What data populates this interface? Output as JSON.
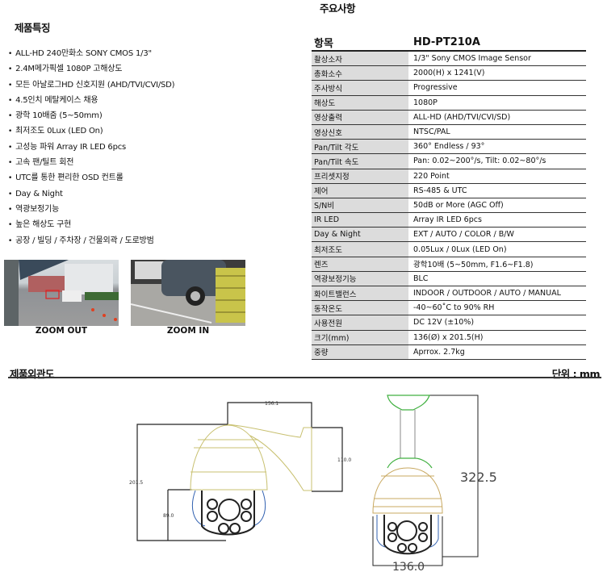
{
  "features_section": {
    "title": "제품특징",
    "items": [
      "ALL-HD 240만화소 SONY CMOS 1/3\"",
      "2.4M메가픽셀 1080P 고해상도",
      "모든 아날로그HD 신호지원 (AHD/TVI/CVI/SD)",
      "4.5인치 메탈케이스 채용",
      "광학 10배줌 (5~50mm)",
      "최저조도 0Lux (LED On)",
      "고성능 파워 Array IR LED 6pcs",
      "고속 팬/틸트 회전",
      "UTC를 통한 편리한 OSD 컨트롤",
      "Day & Night",
      "역광보정기능",
      "높은 해상도 구현",
      "공장 / 빌딩 / 주차장 / 건물외곽 / 도로방범"
    ]
  },
  "photos": {
    "zoom_out_caption": "ZOOM OUT",
    "zoom_in_caption": "ZOOM IN"
  },
  "specs": {
    "title": "주요사항",
    "header": {
      "key": "항목",
      "value": "HD-PT210A"
    },
    "rows": [
      {
        "k": "촬상소자",
        "v": "1/3\" Sony CMOS Image Sensor"
      },
      {
        "k": "총화소수",
        "v": "2000(H) x 1241(V)"
      },
      {
        "k": "주사방식",
        "v": "Progressive"
      },
      {
        "k": "해상도",
        "v": "1080P"
      },
      {
        "k": "영상출력",
        "v": "ALL-HD (AHD/TVI/CVI/SD)"
      },
      {
        "k": "영상신호",
        "v": "NTSC/PAL"
      },
      {
        "k": "Pan/Tilt 각도",
        "v": "360° Endless / 93°"
      },
      {
        "k": "Pan/Tilt 속도",
        "v": "Pan: 0.02~200°/s, Tilt: 0.02~80°/s"
      },
      {
        "k": "프리셋지정",
        "v": "220 Point"
      },
      {
        "k": "제어",
        "v": "RS-485 & UTC"
      },
      {
        "k": "S/N비",
        "v": "50dB or More (AGC Off)"
      },
      {
        "k": "IR LED",
        "v": "Array IR LED 6pcs"
      },
      {
        "k": "Day & Night",
        "v": "EXT / AUTO / COLOR / B/W"
      },
      {
        "k": "최저조도",
        "v": "0.05Lux / 0Lux (LED On)"
      },
      {
        "k": "렌즈",
        "v": "광학10배 (5~50mm, F1.6~F1.8)"
      },
      {
        "k": "역광보정기능",
        "v": "BLC"
      },
      {
        "k": "화이트밸런스",
        "v": "INDOOR / OUTDOOR / AUTO / MANUAL"
      },
      {
        "k": "동작온도",
        "v": "-40~60˚C to 90% RH"
      },
      {
        "k": "사용전원",
        "v": "DC 12V (±10%)"
      },
      {
        "k": "크기(mm)",
        "v": "136(Ø) x 201.5(H)"
      },
      {
        "k": "중량",
        "v": "Aprrox. 2.7kg"
      }
    ]
  },
  "dimensions": {
    "title": "제품외관도",
    "unit": "단위 : mm",
    "side_labels": {
      "width": "156.1",
      "height": "201.5",
      "mount": "110.0",
      "lower": "89.0"
    },
    "front_labels": {
      "height": "322.5",
      "width": "136.0"
    }
  }
}
